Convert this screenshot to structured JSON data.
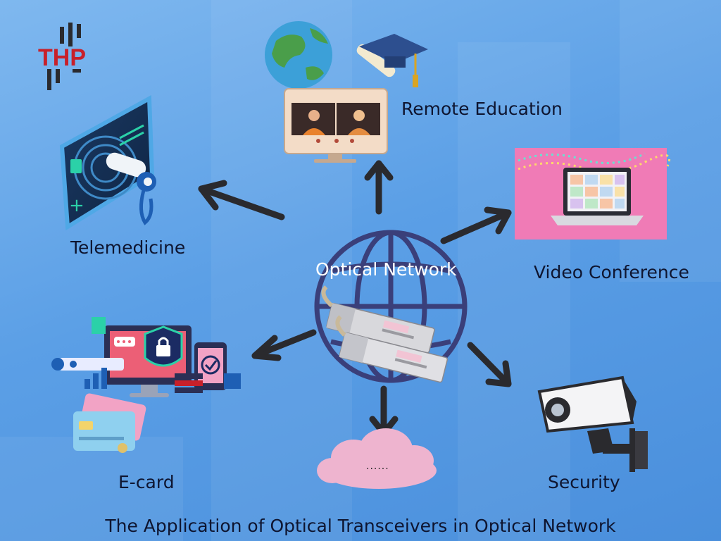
{
  "logo": {
    "text": "THP"
  },
  "center": {
    "label": "Optical Network"
  },
  "applications": {
    "remote_education": "Remote Education",
    "telemedicine": "Telemedicine",
    "video_conference": "Video Conference",
    "ecard": "E-card",
    "security": "Security",
    "more": "......"
  },
  "caption": "The Application of Optical Transceivers in Optical Network",
  "colors": {
    "arrow": "#2a2a2e",
    "globe": "#3a3f7a",
    "logo_red": "#c8202a",
    "cloud": "#eeb4cf",
    "pink_panel": "#f07bb6"
  }
}
